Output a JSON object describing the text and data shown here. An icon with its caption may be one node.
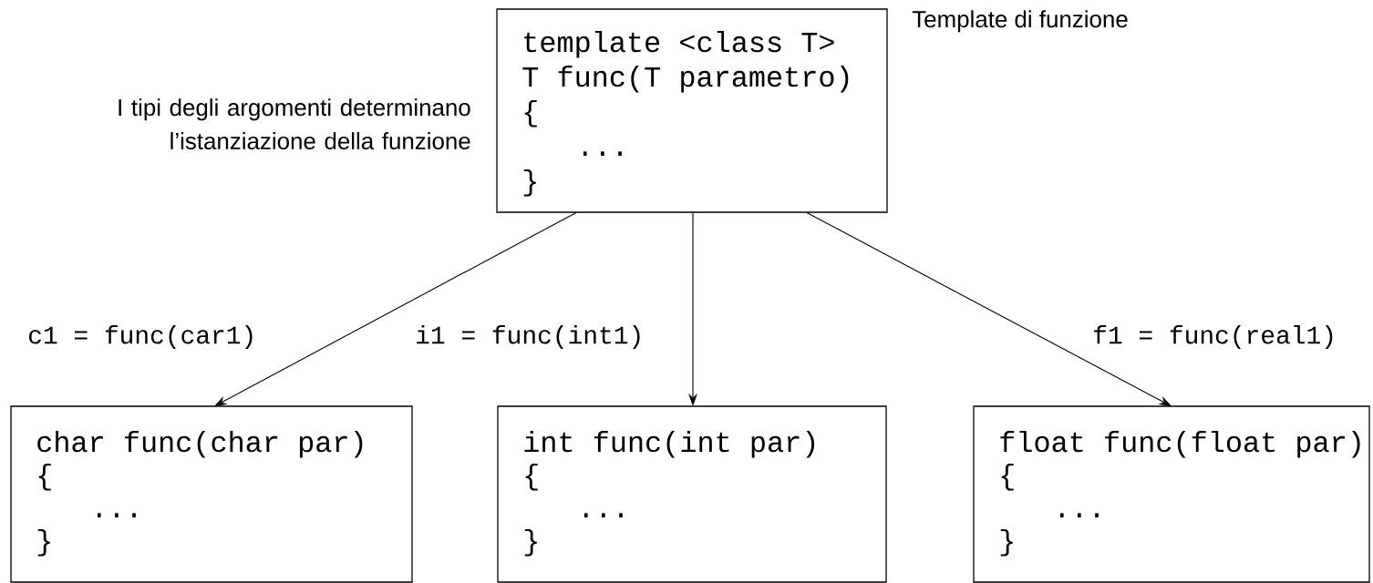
{
  "diagram": {
    "nodes": [
      {
        "text": [
          "template <class T>",
          "T func(T parametro)",
          "{",
          "...",
          "}"
        ],
        "beside": [
          "Template di funzione",
          "I tipi degli argomenti determinano l’istanziazione della funzione"
        ]
      },
      {
        "text": [
          "char func(char par)",
          "{",
          "...",
          "}"
        ]
      },
      {
        "text": [
          "int func(int par)",
          "{",
          "...",
          "}"
        ]
      },
      {
        "text": [
          "float func(float par)",
          "{",
          "...",
          "}"
        ]
      }
    ],
    "edges": [
      {
        "from": 0,
        "to": 1,
        "arrow": "to",
        "label": "c1 = func(car1)"
      },
      {
        "from": 0,
        "to": 2,
        "arrow": "to",
        "label": "i1 = func(int1)"
      },
      {
        "from": 0,
        "to": 3,
        "arrow": "to",
        "label": "f1 = func(real1)"
      }
    ]
  }
}
